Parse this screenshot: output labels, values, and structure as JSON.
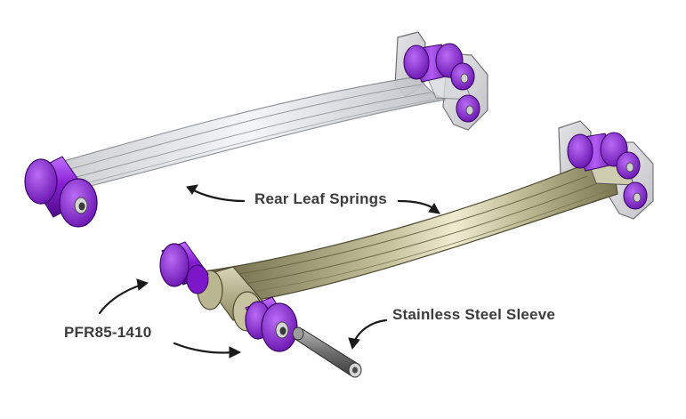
{
  "labels": {
    "rear_leaf_springs": "Rear Leaf Springs",
    "part_number": "PFR85-1410",
    "stainless_steel_sleeve": "Stainless Steel Sleeve"
  },
  "colors": {
    "bushing_purple": "#8a1fd6",
    "bushing_purple_light": "#c070ff",
    "bushing_purple_dark": "#4e0a86",
    "spring_olive": "#a8a47a",
    "spring_olive_light": "#e6e3c4",
    "spring_olive_dark": "#6e6a48",
    "ghost_spring": "#d4d6da",
    "steel_sleeve": "#7a7a7a",
    "label_text": "#3c3c3c",
    "arrow": "#1a1a1a"
  },
  "icons": [
    "curved-arrow-icon"
  ]
}
